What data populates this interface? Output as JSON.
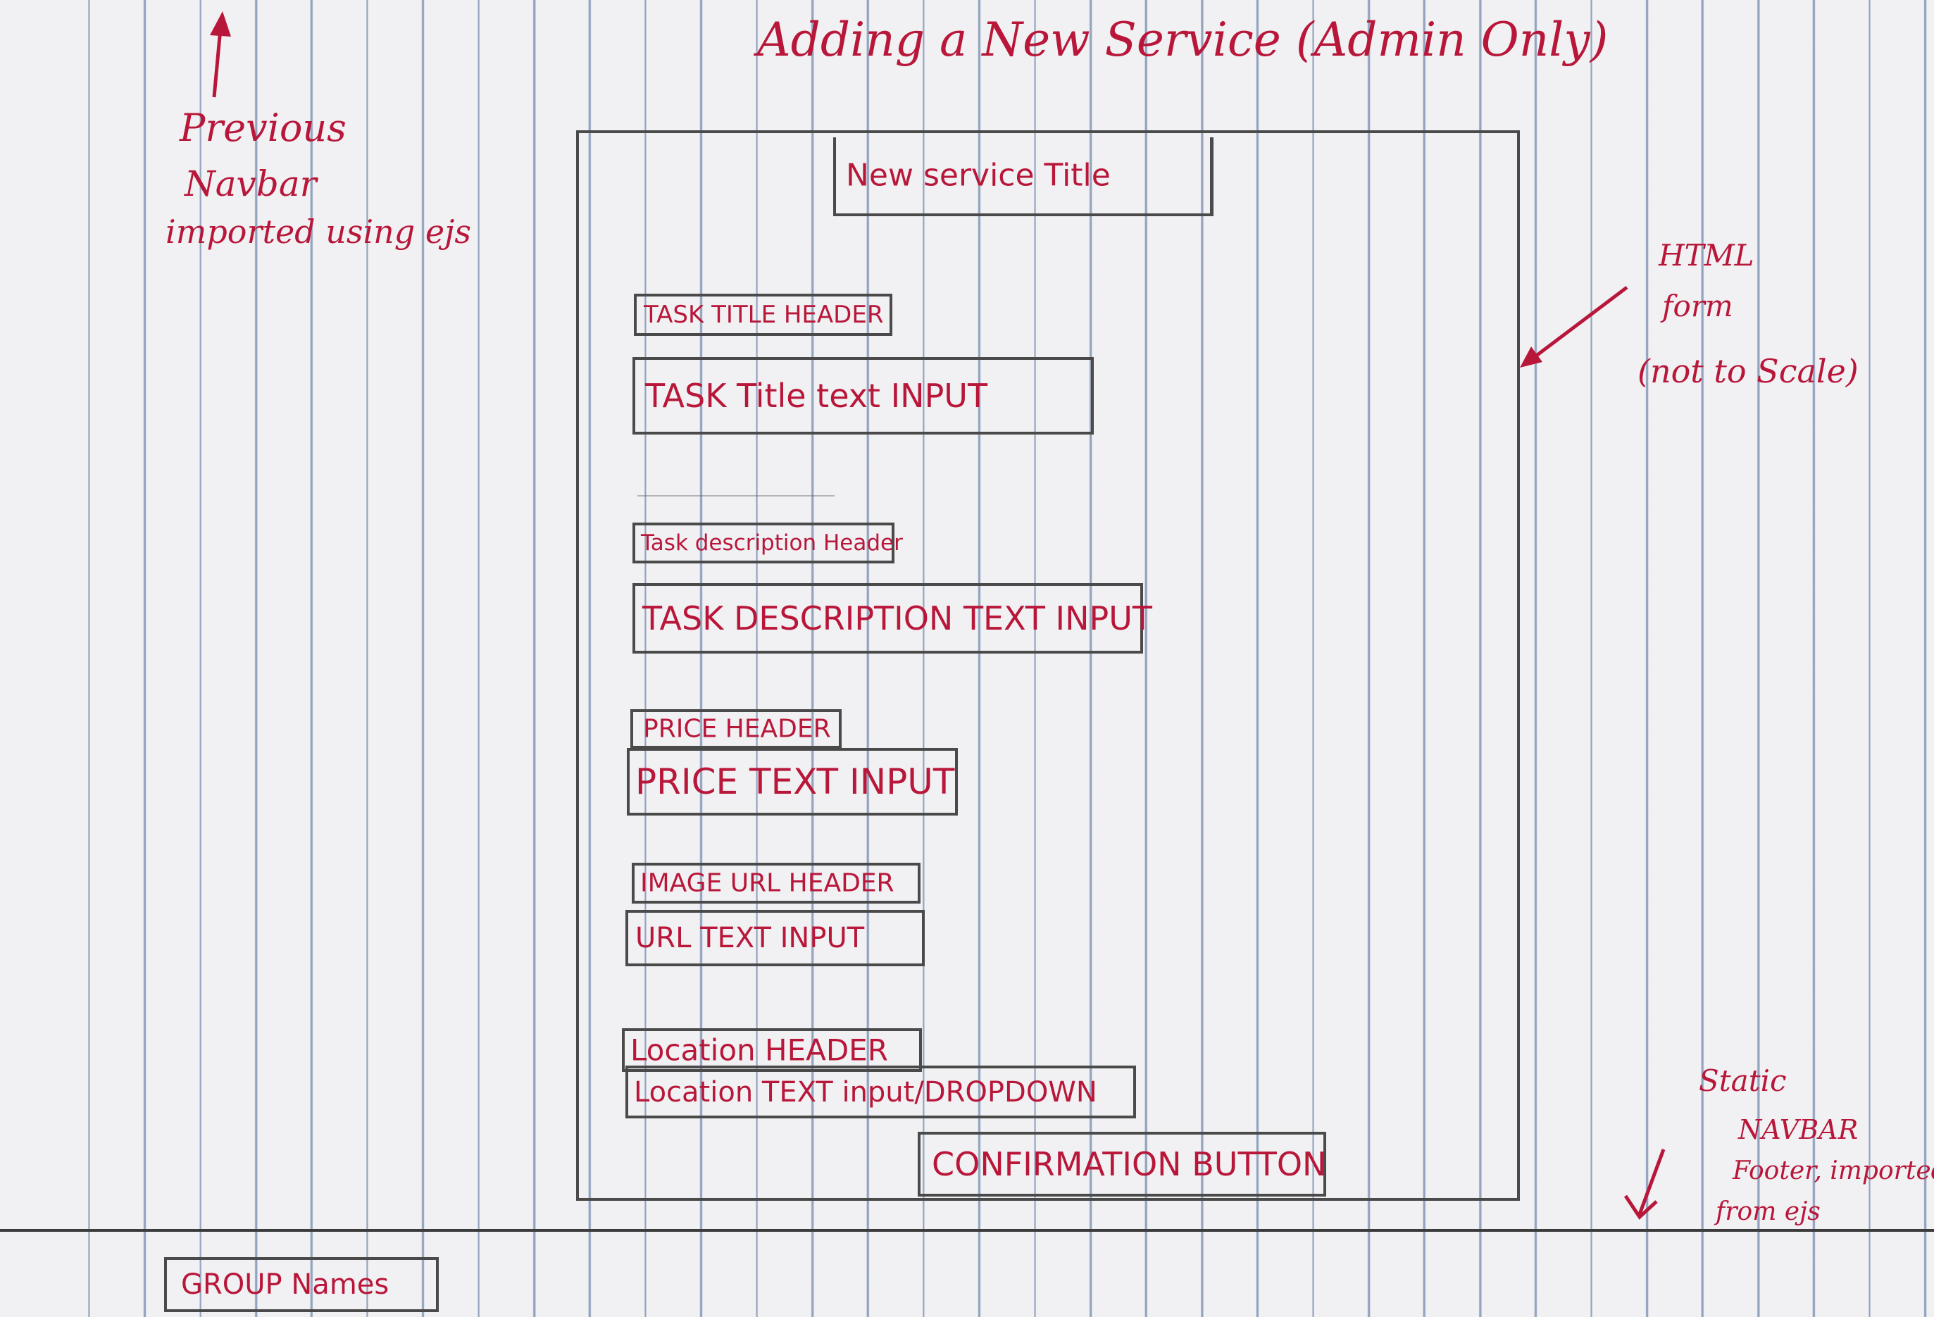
{
  "title": "Adding a New Service (Admin Only)",
  "annotations": {
    "navbar_note": [
      "Previous",
      "Navbar",
      "imported using ejs"
    ],
    "form_note": [
      "HTML",
      "form",
      "(not to Scale)"
    ],
    "footer_note": [
      "Static",
      "NAVBAR",
      "Footer, imported",
      "from ejs"
    ]
  },
  "form": {
    "title_box": "New service Title",
    "task_title_header": "TASK TITLE HEADER",
    "task_title_input": "TASK Title text INPUT",
    "task_description_header": "Task description Header",
    "task_description_input": "TASK DESCRIPTION TEXT INPUT",
    "price_header": "PRICE HEADER",
    "price_input": "PRICE TEXT INPUT",
    "image_url_header": "IMAGE URL HEADER",
    "url_input": "URL TEXT INPUT",
    "location_header": "Location HEADER",
    "location_input": "Location TEXT input/DROPDOWN",
    "confirmation_button": "CONFIRMATION BUTTON"
  },
  "footer": {
    "group_names": "GROUP Names"
  },
  "colors": {
    "ink_red": "#b8173a",
    "pencil": "#4a4a4a",
    "paper": "#f1f1f3",
    "rule_blue": "#4664a0"
  }
}
